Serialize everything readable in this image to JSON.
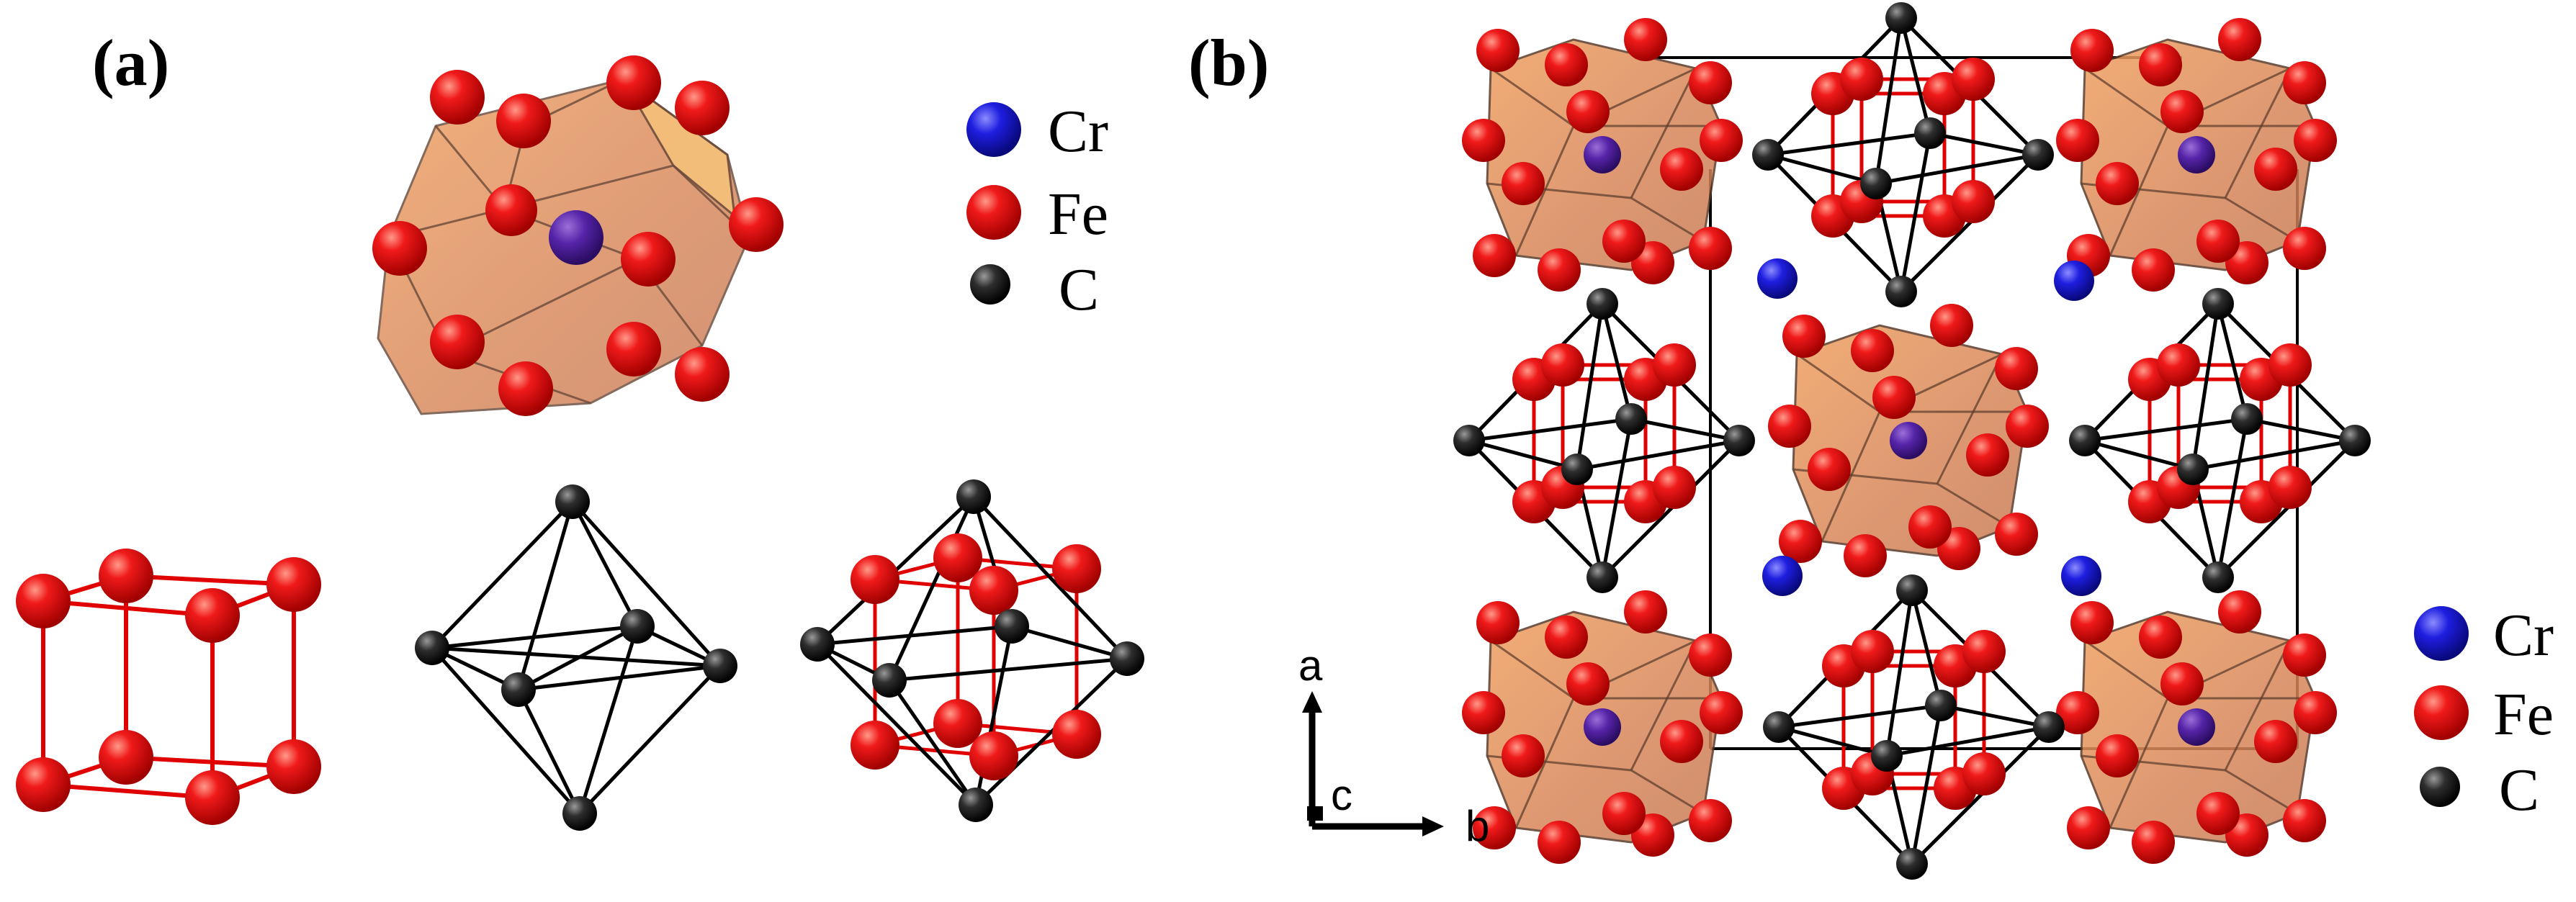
{
  "panel_a": {
    "label": "(a)",
    "legend": [
      {
        "label": "Cr",
        "color": "#1a1adb"
      },
      {
        "label": "Fe",
        "color": "#e80f0f"
      },
      {
        "label": "C",
        "color": "#1a1a1a"
      }
    ]
  },
  "panel_b": {
    "label": "(b)",
    "legend": [
      {
        "label": "Cr",
        "color": "#1a1adb"
      },
      {
        "label": "Fe",
        "color": "#e80f0f"
      },
      {
        "label": "C",
        "color": "#1a1a1a"
      }
    ],
    "axes": {
      "a": "a",
      "b": "b",
      "c": "c"
    }
  },
  "colors": {
    "cr": "#2a1fd6",
    "cr_center": "#5a22a8",
    "fe": "#e80f0f",
    "c": "#2a2a2a",
    "polyhedron_fill": "#e8915a",
    "polyhedron_edge": "#5a3a2a",
    "fe_bond": "#e00000",
    "c_bond": "#000000"
  }
}
